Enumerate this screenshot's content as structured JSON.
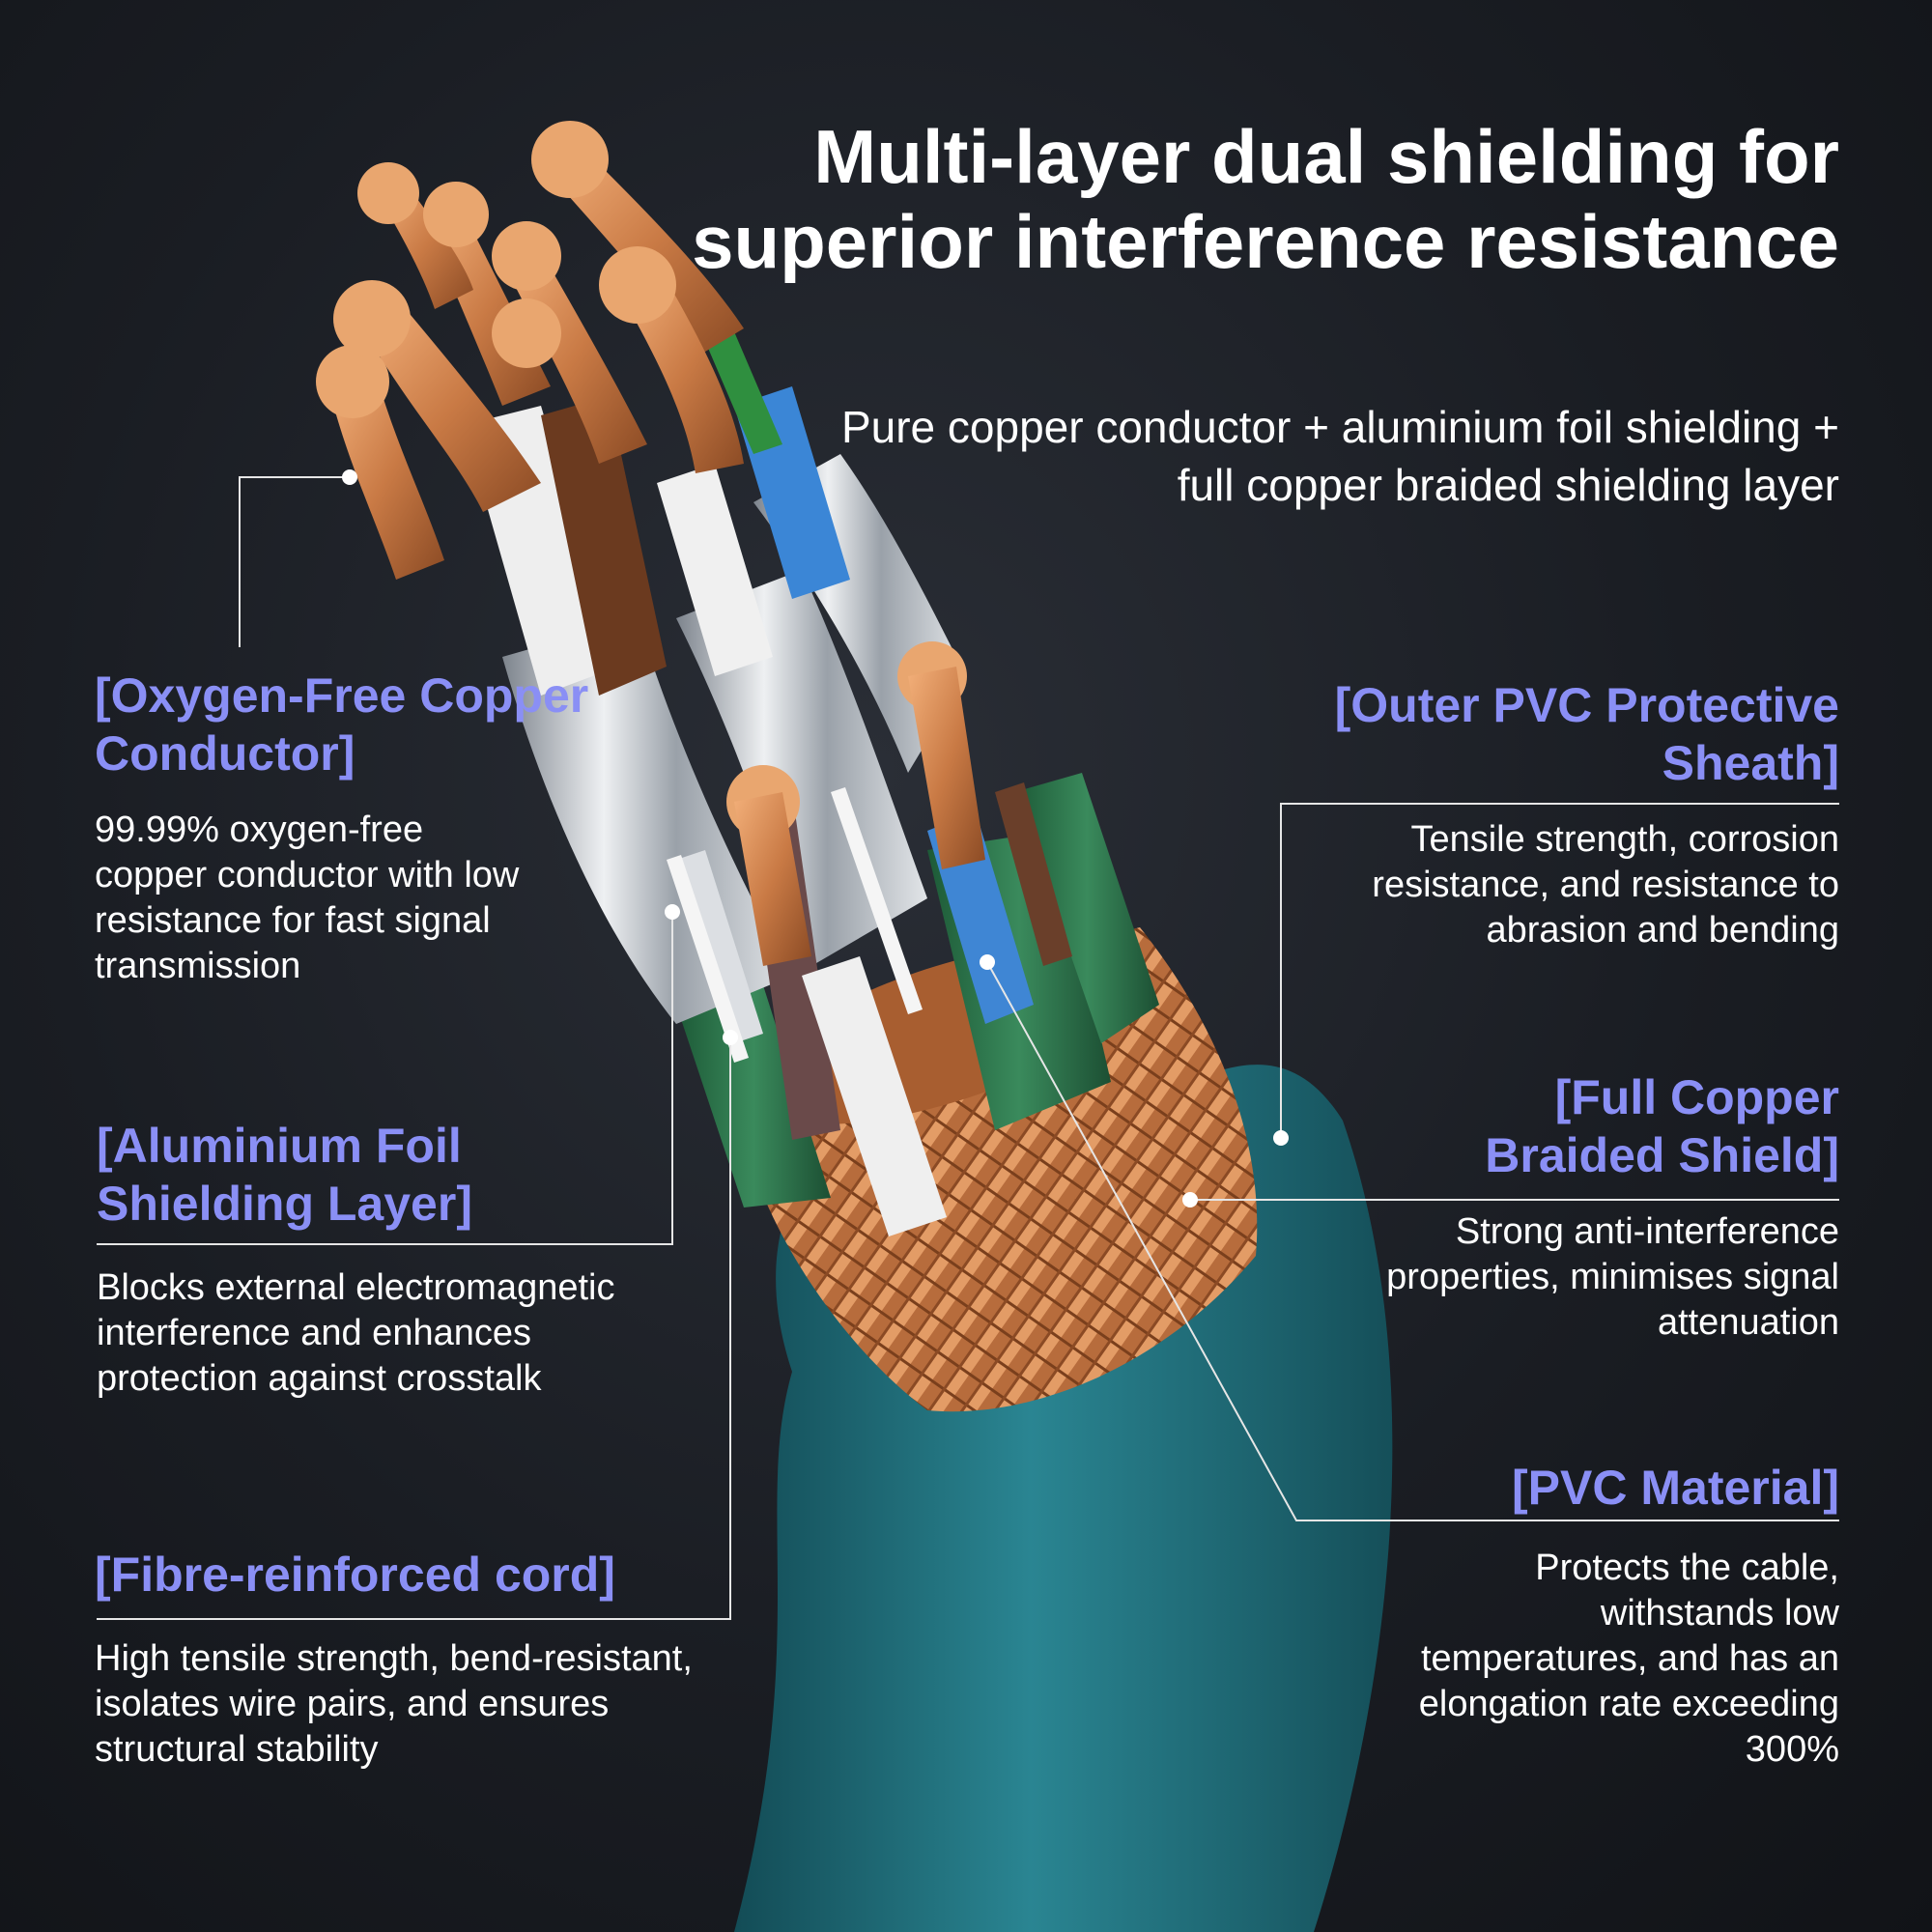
{
  "title": "Multi-layer dual shielding for superior interference resistance",
  "subtitle": "Pure copper conductor + aluminium foil shielding + full copper braided shielding layer",
  "callouts": {
    "oxygen_free": {
      "heading": "[Oxygen-Free Copper Conductor]",
      "text": "99.99% oxygen-free copper conductor with low resistance for fast signal transmission"
    },
    "aluminium_foil": {
      "heading": "[Aluminium Foil Shielding Layer]",
      "text": "Blocks external electromagnetic interference and enhances protection against crosstalk"
    },
    "fibre_cord": {
      "heading": "[Fibre-reinforced cord]",
      "text": "High tensile strength, bend-resistant, isolates wire pairs, and ensures structural stability"
    },
    "outer_sheath": {
      "heading": "[Outer PVC Protective Sheath]",
      "text": "Tensile strength, corrosion resistance, and resistance to abrasion and bending"
    },
    "copper_braid": {
      "heading": "[Full Copper Braided Shield]",
      "text": "Strong anti-interference properties, minimises signal attenuation"
    },
    "pvc_material": {
      "heading": "[PVC Material]",
      "text": "Protects the cable, withstands low temperatures, and has an elongation rate exceeding 300%"
    }
  },
  "colors": {
    "heading": "#8a8ff5",
    "sheath": "#1f6e7a",
    "copper": "#d08a52",
    "foil": "#c9cdd3",
    "pair_green": "#2f7a4c"
  }
}
